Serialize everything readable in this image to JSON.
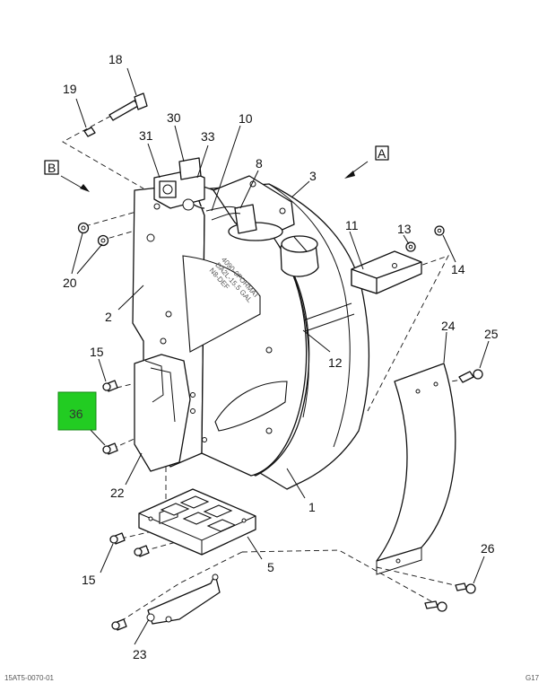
{
  "callouts": {
    "c1": "1",
    "c2": "2",
    "c3": "3",
    "c5": "5",
    "c8": "8",
    "c10": "10",
    "c11": "11",
    "c12": "12",
    "c13": "13",
    "c14": "14",
    "c15a": "15",
    "c15b": "15",
    "c18": "18",
    "c19": "19",
    "c20": "20",
    "c22": "22",
    "c23": "23",
    "c24": "24",
    "c25": "25",
    "c26": "26",
    "c30": "30",
    "c31": "31",
    "c33": "33",
    "c36": "36"
  },
  "views": {
    "view_a": "A",
    "view_b": "B"
  },
  "bracket_text": {
    "line1": "4090-0FORMAT",
    "line2": "DA2L-15.5 GAL",
    "line3": "N8-DEF"
  },
  "footer": {
    "left": "15AT5-0070-01",
    "right": "G17"
  },
  "colors": {
    "highlight": "#22cc22",
    "line": "#111111"
  }
}
